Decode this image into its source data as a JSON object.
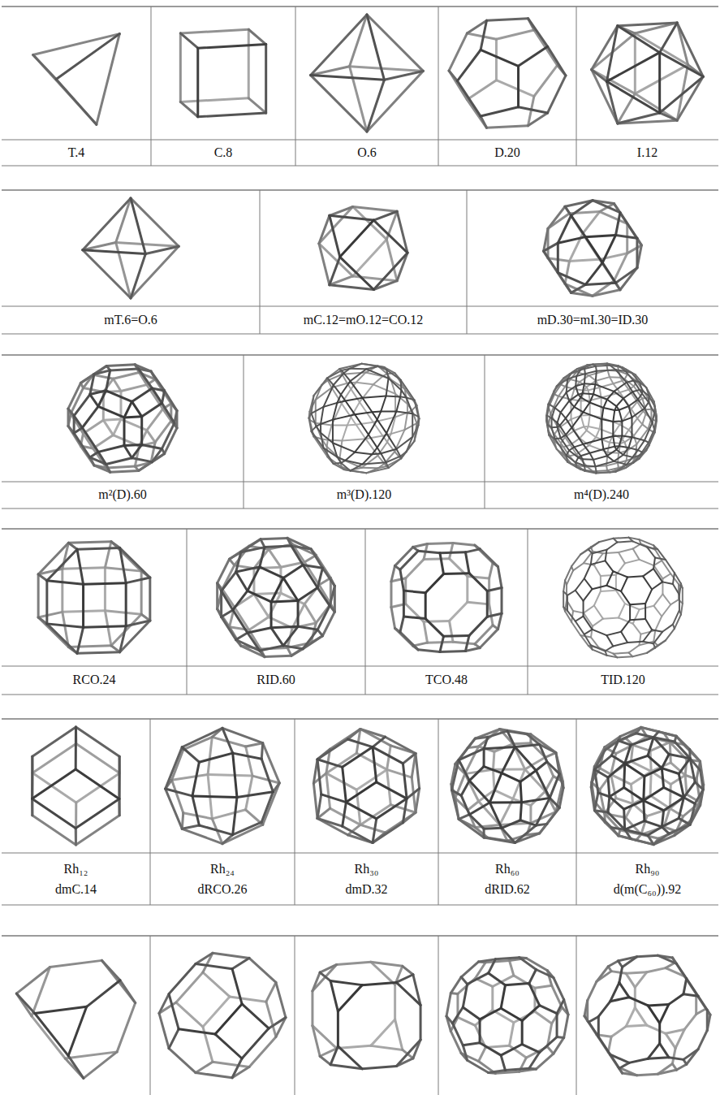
{
  "diagram": {
    "labels": [
      "T.4",
      "C.8",
      "O.6",
      "D.20",
      "I.12",
      "mT.6=O.6",
      "mC.12=mO.12=CO.12",
      "mD.30=mI.30=ID.30",
      "m²(D).60",
      "m³(D).120",
      "m⁴(D).240",
      "RCO.24",
      "RID.60",
      "TCO.48",
      "TID.120",
      "Rh₁₂",
      "dmC.14",
      "Rh₂₄",
      "dRCO.26",
      "Rh₃₀",
      "dmD.32",
      "Rh₆₀",
      "dRID.62",
      "Rh₉₀",
      "d(m(C₆₀)).92"
    ]
  }
}
